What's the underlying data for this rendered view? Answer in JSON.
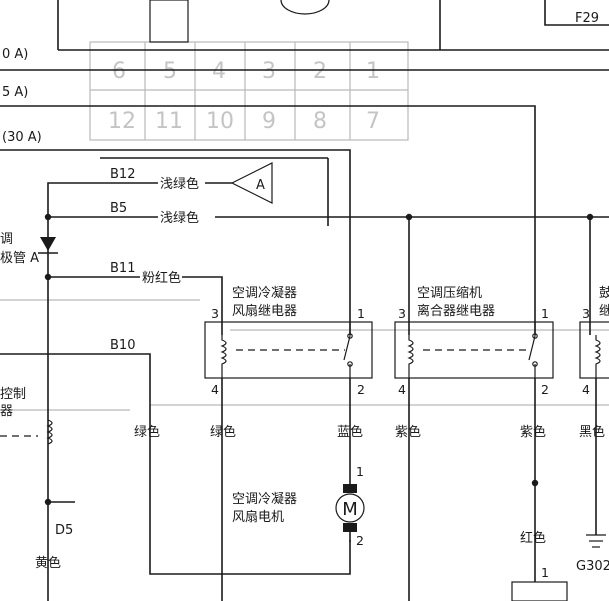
{
  "fuse_labels": {
    "top": "0 A)",
    "middle": "5 A)",
    "lower": "(30 A)"
  },
  "fuse_code": "F29",
  "connectors": {
    "b12": "B12",
    "b5": "B5",
    "b11": "B11",
    "b10": "B10",
    "d5": "D5"
  },
  "wire_colors": {
    "light_green_1": "浅绿色",
    "light_green_2": "浅绿色",
    "pink": "粉红色",
    "green_1": "绿色",
    "green_2": "绿色",
    "blue": "蓝色",
    "purple_1": "紫色",
    "purple_2": "紫色",
    "black": "黑色",
    "yellow": "黄色",
    "red": "红色"
  },
  "ref_marker": "A",
  "diode_labels": {
    "line1": "调",
    "line2": "极管 A"
  },
  "control_labels": {
    "line1": "控制",
    "line2": "器"
  },
  "relay_condenser": {
    "line1": "空调冷凝器",
    "line2": "风扇继电器",
    "pins": [
      "3",
      "1",
      "4",
      "2"
    ]
  },
  "relay_compressor": {
    "line1": "空调压缩机",
    "line2": "离合器继电器",
    "pins": [
      "3",
      "1",
      "4",
      "2"
    ]
  },
  "relay_right": {
    "line1": "鼓",
    "line2": "继",
    "pins": [
      "3",
      "4"
    ]
  },
  "motor": {
    "line1": "空调冷凝器",
    "line2": "风扇电机",
    "symbol": "M",
    "pins": [
      "1",
      "2"
    ]
  },
  "ground": "G302",
  "bottom_pin": "1",
  "faint_connector_numbers": [
    "6",
    "5",
    "4",
    "3",
    "2",
    "1",
    "12",
    "11",
    "10",
    "9",
    "8",
    "7"
  ]
}
